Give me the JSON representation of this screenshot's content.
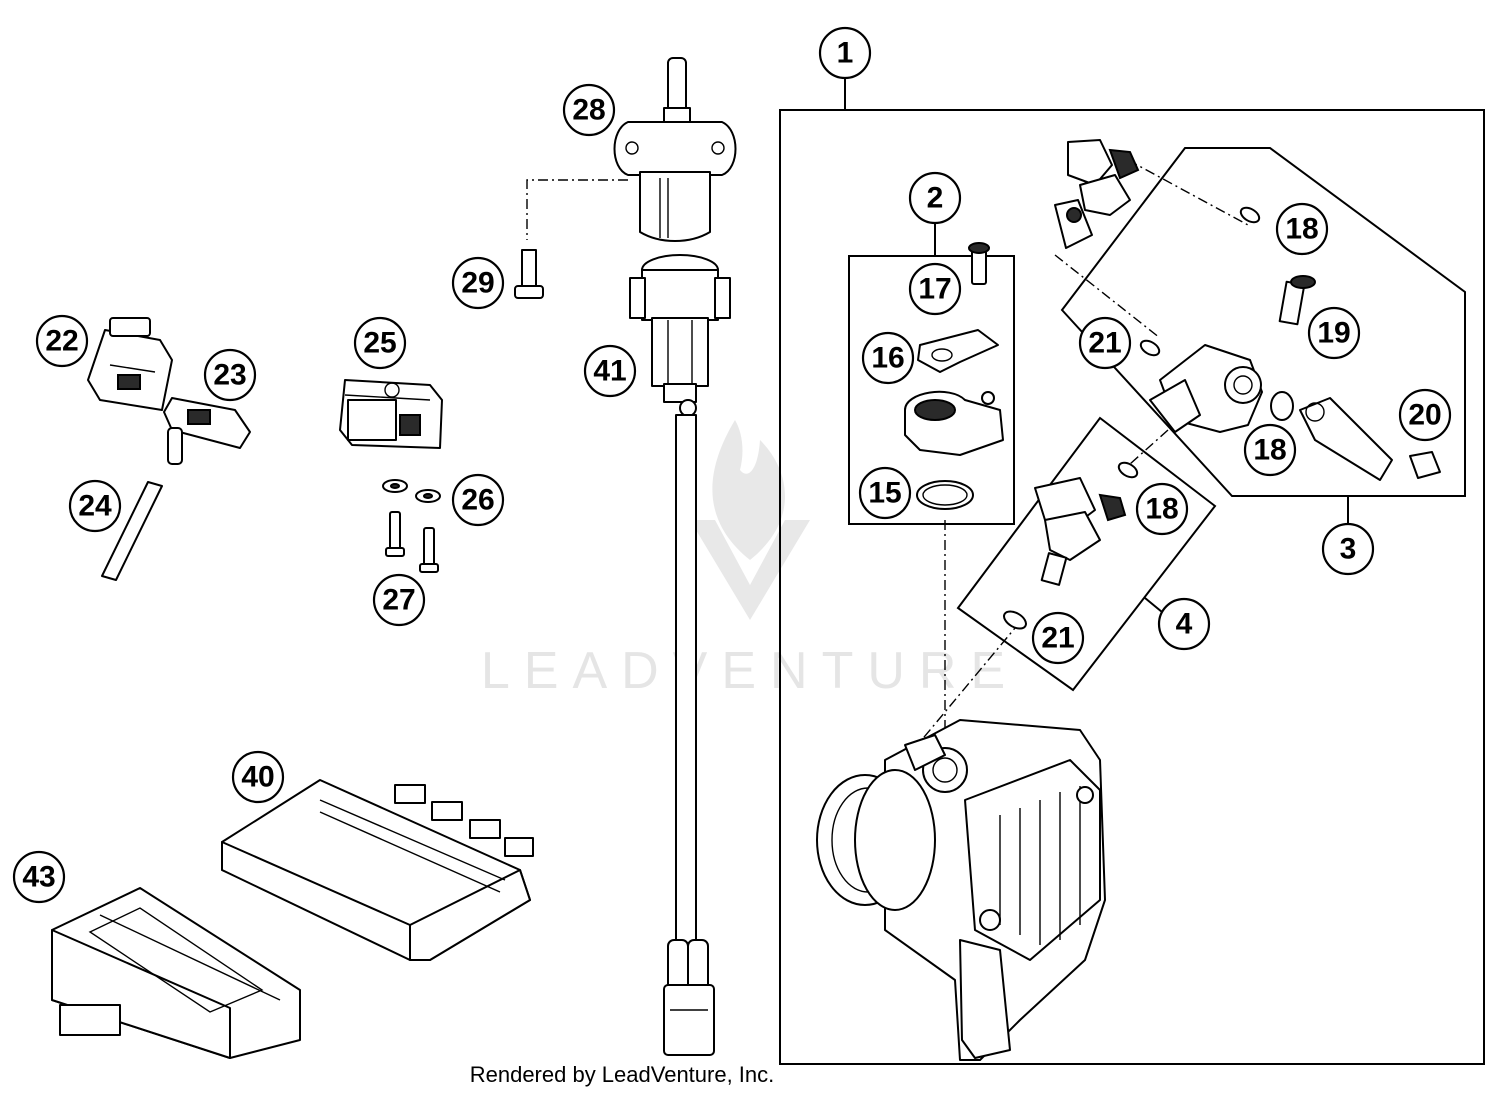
{
  "watermark": {
    "text": "LEADVENTURE"
  },
  "credit": {
    "text": "Rendered by LeadVenture, Inc."
  },
  "callouts": [
    "1",
    "2",
    "3",
    "4",
    "15",
    "16",
    "17",
    "18",
    "18",
    "18",
    "19",
    "20",
    "21",
    "21",
    "22",
    "23",
    "24",
    "25",
    "26",
    "27",
    "28",
    "29",
    "40",
    "41",
    "43"
  ]
}
